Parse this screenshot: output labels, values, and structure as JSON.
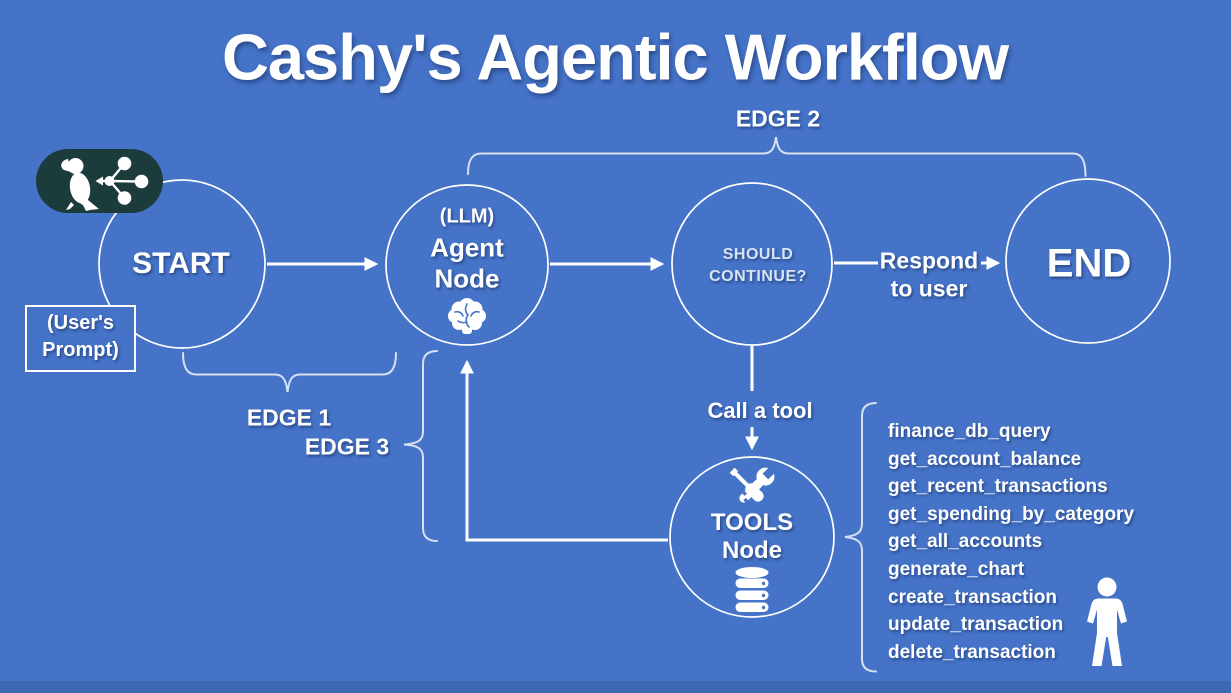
{
  "title": "Cashy's Agentic Workflow",
  "logo": {
    "background_color": "#1c3c3c",
    "icons": [
      "parrot-icon",
      "graph-share-icon"
    ]
  },
  "nodes": {
    "start": {
      "label": "START"
    },
    "agent": {
      "subtitle": "(LLM)",
      "line1": "Agent",
      "line2": "Node",
      "icon": "brain-icon"
    },
    "decision": {
      "line1": "SHOULD",
      "line2": "CONTINUE?"
    },
    "end": {
      "label": "END"
    },
    "tools": {
      "line1": "TOOLS",
      "line2": "Node",
      "icons": [
        "wrench-screwdriver-icon",
        "database-icon"
      ]
    }
  },
  "edge_labels": {
    "edge1": "EDGE 1",
    "edge2": "EDGE 2",
    "edge3": "EDGE 3"
  },
  "annotations": {
    "user_prompt": {
      "line1": "(User's",
      "line2": "Prompt)"
    },
    "respond": {
      "line1": "Respond",
      "line2": "to user"
    },
    "call_tool": "Call a tool"
  },
  "tool_list": [
    "finance_db_query",
    "get_account_balance",
    "get_recent_transactions",
    "get_spending_by_category",
    "get_all_accounts",
    "generate_chart",
    "create_transaction",
    "update_transaction",
    "delete_transaction"
  ],
  "decoration_icons": [
    "person-icon"
  ],
  "colors": {
    "background": "#4573c8",
    "bottom_strip": "#3e68b2",
    "line": "#ffffff",
    "brace": "#d6e1f2",
    "logo_background": "#1c3c3c",
    "muted_text": "#d8e4f4"
  }
}
